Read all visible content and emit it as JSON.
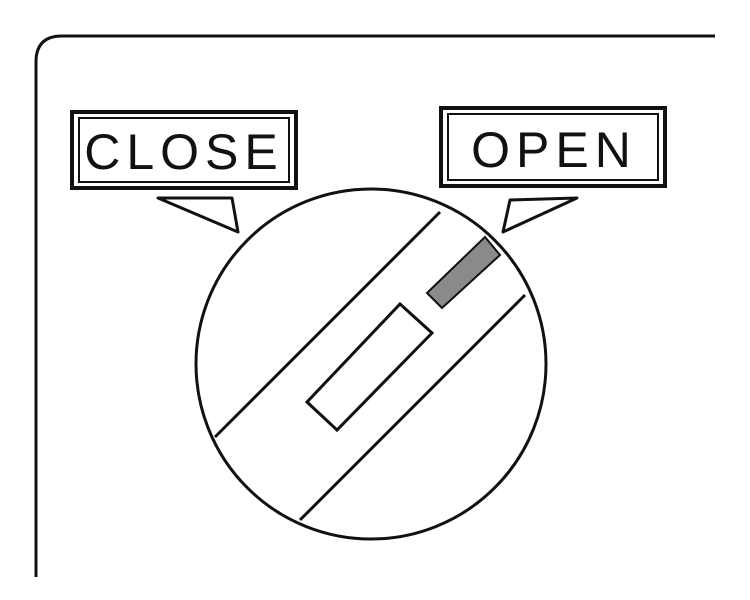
{
  "labels": {
    "close": "CLOSE",
    "open": "OPEN"
  },
  "colors": {
    "line": "#111111",
    "indicator": "#8a8a8a"
  },
  "dial": {
    "state": "open"
  }
}
